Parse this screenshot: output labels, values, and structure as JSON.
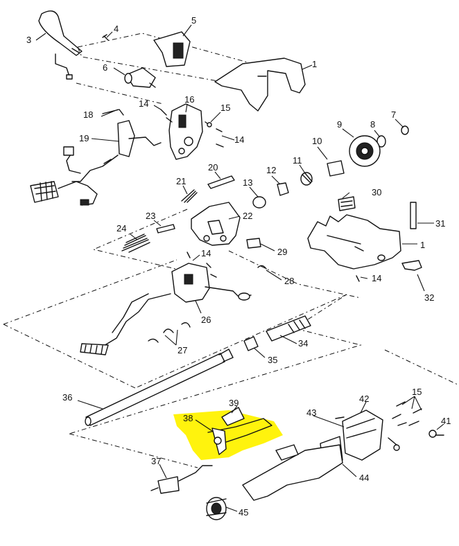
{
  "callouts": [
    "1",
    "1",
    "3",
    "4",
    "5",
    "6",
    "7",
    "8",
    "9",
    "10",
    "11",
    "12",
    "13",
    "14",
    "14",
    "14",
    "14",
    "15",
    "15",
    "16",
    "18",
    "19",
    "20",
    "21",
    "22",
    "23",
    "24",
    "26",
    "27",
    "28",
    "29",
    "30",
    "31",
    "32",
    "34",
    "35",
    "36",
    "37",
    "38",
    "39",
    "41",
    "42",
    "43",
    "44",
    "45"
  ],
  "highlight_color": "#fff200"
}
